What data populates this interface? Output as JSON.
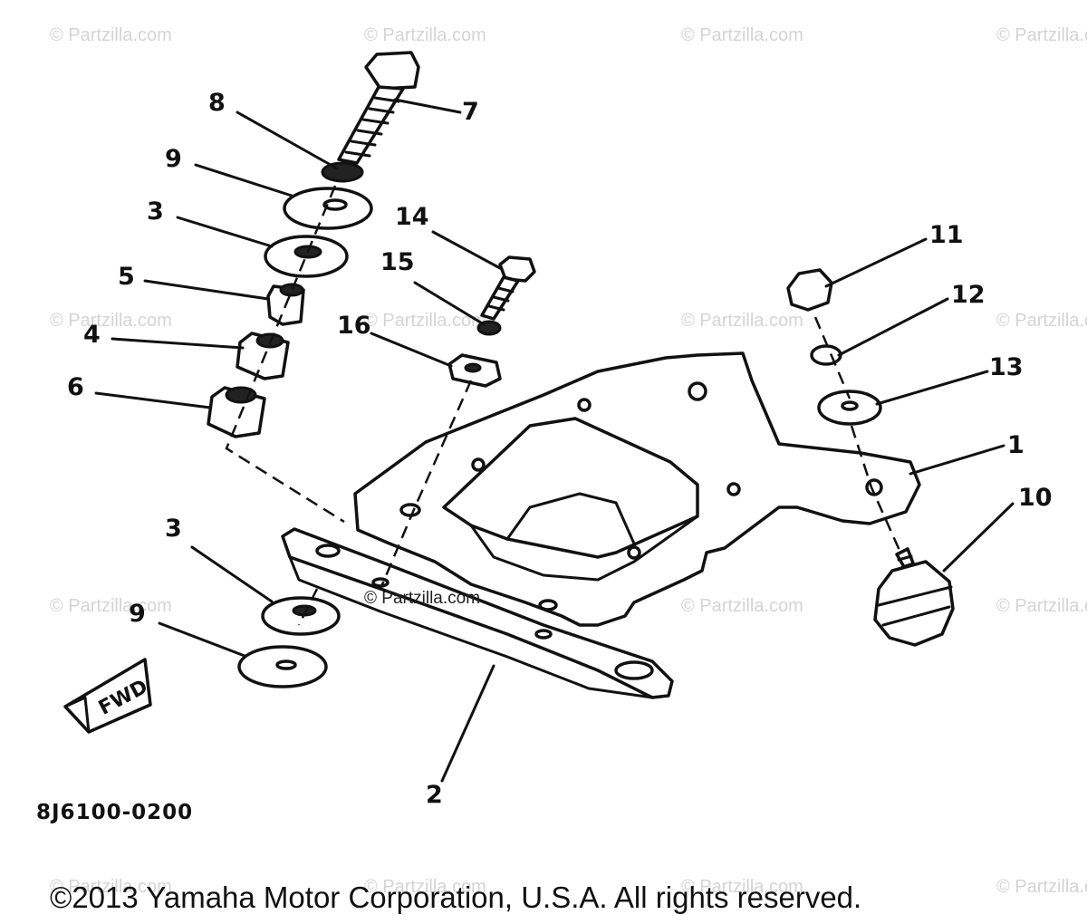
{
  "watermark": {
    "text": "© Partzilla.com"
  },
  "diagram": {
    "callouts": [
      "7",
      "8",
      "9",
      "3",
      "5",
      "4",
      "6",
      "14",
      "15",
      "16",
      "11",
      "12",
      "13",
      "1",
      "10",
      "3",
      "9",
      "2"
    ],
    "code": "8J6100-0200",
    "fwd_label": "FWD",
    "center_watermark": "© Partzilla.com"
  },
  "footer": {
    "copyright": "©2013 Yamaha Motor Corporation, U.S.A. All rights reserved."
  }
}
